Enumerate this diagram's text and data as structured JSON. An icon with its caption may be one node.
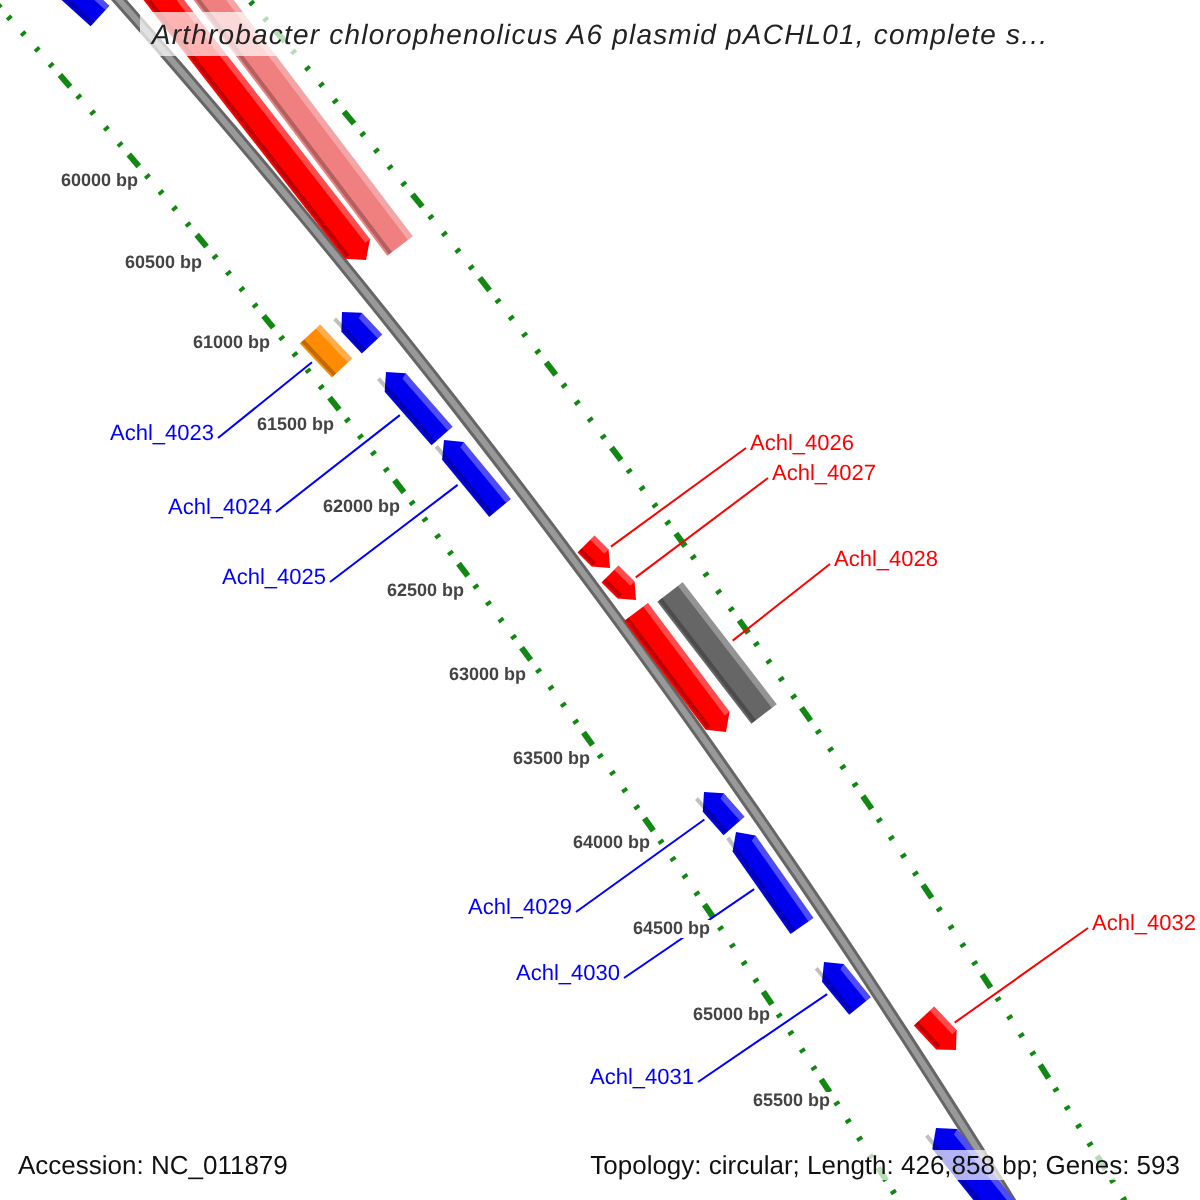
{
  "diagram": {
    "title": "Arthrobacter chlorophenolicus A6 plasmid pACHL01, complete s...",
    "nodes": [
      {
        "text": [],
        "shape": "arrow"
      },
      {
        "text": [],
        "shape": "arrow"
      },
      {
        "text": [],
        "shape": "bar"
      },
      {
        "text": [],
        "shape": "bar"
      },
      {
        "text": [],
        "shape": "arrow"
      },
      {
        "text": [],
        "shape": "arrow"
      },
      {
        "text": [],
        "shape": "arrow"
      },
      {
        "text": [],
        "shape": "arrow"
      },
      {
        "text": [],
        "shape": "arrow"
      },
      {
        "text": [],
        "shape": "bar"
      },
      {
        "text": [],
        "shape": "arrow"
      },
      {
        "text": [],
        "shape": "arrow"
      },
      {
        "text": [],
        "shape": "arrow"
      },
      {
        "text": [],
        "shape": "arrow"
      },
      {
        "text": [],
        "shape": "arrow"
      },
      {
        "text": [],
        "shape": "arrow"
      },
      {
        "text": [
          "Achl_4023"
        ]
      },
      {
        "text": [
          "Achl_4024"
        ]
      },
      {
        "text": [
          "Achl_4025"
        ]
      },
      {
        "text": [
          "Achl_4026"
        ]
      },
      {
        "text": [
          "Achl_4027"
        ]
      },
      {
        "text": [
          "Achl_4028"
        ]
      },
      {
        "text": [
          "Achl_4029"
        ]
      },
      {
        "text": [
          "Achl_4030"
        ]
      },
      {
        "text": [
          "Achl_4031"
        ]
      },
      {
        "text": [
          "Achl_4032"
        ]
      }
    ],
    "edges": [
      {
        "from": 16,
        "to": 3,
        "arrow": "none",
        "color": "#0000ff"
      },
      {
        "from": 17,
        "to": 5,
        "arrow": "none",
        "color": "#0000ff"
      },
      {
        "from": 18,
        "to": 6,
        "arrow": "none",
        "color": "#0000ff"
      },
      {
        "from": 19,
        "to": 7,
        "arrow": "none",
        "color": "#ff0000"
      },
      {
        "from": 20,
        "to": 8,
        "arrow": "none",
        "color": "#ff0000"
      },
      {
        "from": 21,
        "to": 9,
        "arrow": "none",
        "color": "#ff0000"
      },
      {
        "from": 22,
        "to": 11,
        "arrow": "none",
        "color": "#0000ff"
      },
      {
        "from": 23,
        "to": 12,
        "arrow": "none",
        "color": "#0000ff"
      },
      {
        "from": 24,
        "to": 13,
        "arrow": "none",
        "color": "#0000ff"
      },
      {
        "from": 25,
        "to": 14,
        "arrow": "none",
        "color": "#ff0000"
      }
    ],
    "labels": [
      "60000 bp",
      "60500 bp",
      "61000 bp",
      "61500 bp",
      "62000 bp",
      "62500 bp",
      "63000 bp",
      "63500 bp",
      "64000 bp",
      "64500 bp",
      "65000 bp",
      "65500 bp",
      "Accession: NC_011879",
      "Topology: circular; Length: 426,858 bp; Genes: 593"
    ]
  }
}
